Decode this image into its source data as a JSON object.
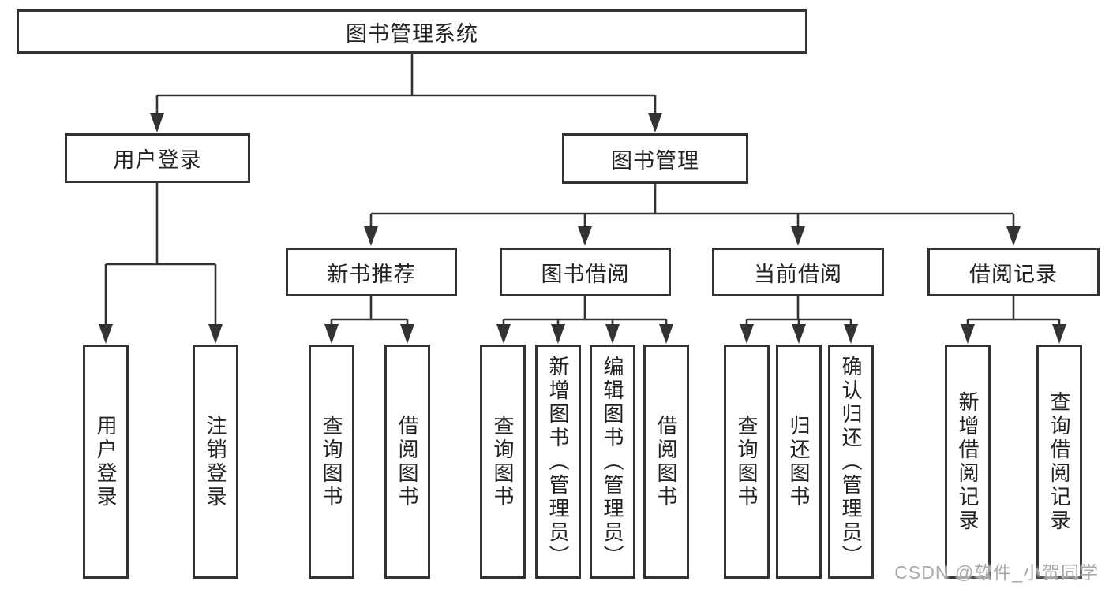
{
  "diagram": {
    "root": {
      "label": "图书管理系统"
    },
    "branches": [
      {
        "label": "用户登录",
        "children": [
          {
            "label": "用户登录"
          },
          {
            "label": "注销登录"
          }
        ]
      },
      {
        "label": "图书管理",
        "groups": [
          {
            "label": "新书推荐",
            "children": [
              {
                "label": "查询图书"
              },
              {
                "label": "借阅图书"
              }
            ]
          },
          {
            "label": "图书借阅",
            "children": [
              {
                "label": "查询图书"
              },
              {
                "label": "新增图书（管理员）"
              },
              {
                "label": "编辑图书（管理员）"
              },
              {
                "label": "借阅图书"
              }
            ]
          },
          {
            "label": "当前借阅",
            "children": [
              {
                "label": "查询图书"
              },
              {
                "label": "归还图书"
              },
              {
                "label": "确认归还（管理员）"
              }
            ]
          },
          {
            "label": "借阅记录",
            "children": [
              {
                "label": "新增借阅记录"
              },
              {
                "label": "查询借阅记录"
              }
            ]
          }
        ]
      }
    ]
  },
  "watermark": {
    "text": "CSDN @软件_小贺同学"
  },
  "colors": {
    "line": "#333333",
    "border": "#333333",
    "text": "#222222",
    "background": "#ffffff",
    "watermark": "#a9a9a9"
  }
}
